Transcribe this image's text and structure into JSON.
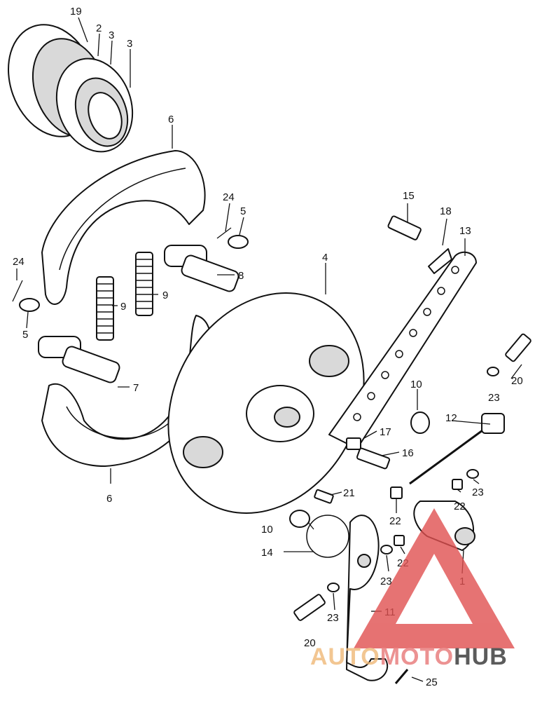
{
  "callouts": {
    "c19": "19",
    "c2": "2",
    "c3a": "3",
    "c3b": "3",
    "c6a": "6",
    "c6b": "6",
    "c24a": "24",
    "c24b": "24",
    "c5a": "5",
    "c5b": "5",
    "c8": "8",
    "c9a": "9",
    "c9b": "9",
    "c7": "7",
    "c4": "4",
    "c15": "15",
    "c18": "18",
    "c13": "13",
    "c20a": "20",
    "c20b": "20",
    "c23a": "23",
    "c23b": "23",
    "c23c": "23",
    "c23d": "23",
    "c10a": "10",
    "c10b": "10",
    "c12": "12",
    "c17": "17",
    "c16": "16",
    "c21": "21",
    "c22a": "22",
    "c22b": "22",
    "c22c": "22",
    "c14": "14",
    "c1": "1",
    "c11": "11",
    "c25": "25"
  },
  "watermark": {
    "part1": "AUTO",
    "part2": "MOTO",
    "part3": "HUB",
    "colors": {
      "auto": "#f0b878",
      "moto": "#e87878",
      "hub": "#333333",
      "triangle": "#e05050"
    }
  }
}
